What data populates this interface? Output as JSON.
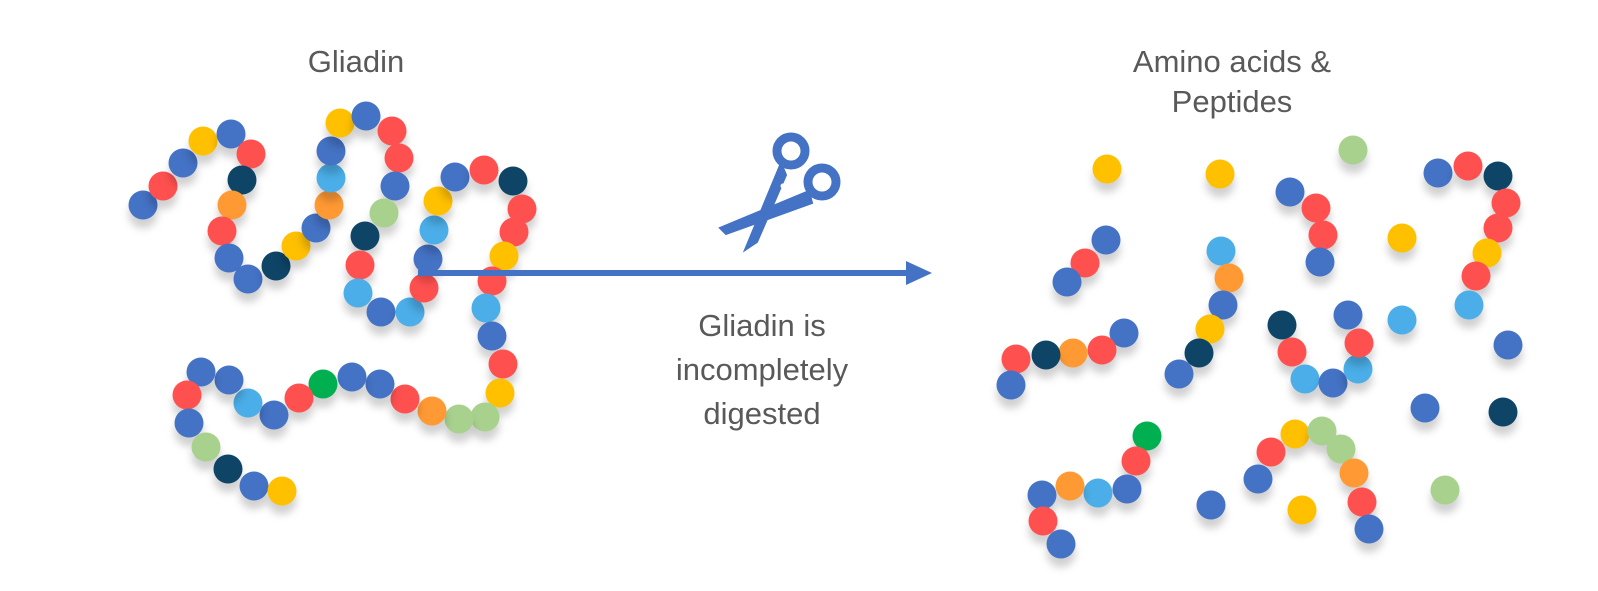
{
  "left_title": "Gliadin",
  "right_title_line1": "Amino acids &",
  "right_title_line2": "Peptides",
  "process_label_line1": "Gliadin is",
  "process_label_line2": "incompletely",
  "process_label_line3": "digested",
  "icons": {
    "process": "scissors-icon",
    "direction": "arrow-right"
  },
  "colors": {
    "text": "#595959",
    "arrow": "#4472C4",
    "B": "#4472C4",
    "R": "#FF5050",
    "Y": "#FFC000",
    "N": "#0E4466",
    "LB": "#4BAEE8",
    "O": "#FF9933",
    "LG": "#A9D18E",
    "G": "#00B050"
  }
}
